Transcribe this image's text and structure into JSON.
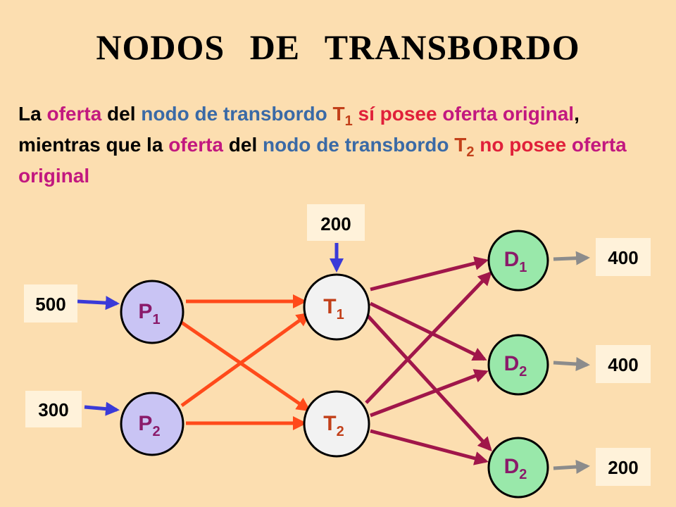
{
  "title": "NODOS DE TRANSBORDO",
  "description": {
    "s1": "La ",
    "s2": "oferta",
    "s3": " del ",
    "s4": "nodo de transbordo ",
    "s5": "T",
    "s5sub": "1",
    "s6": " sí posee ",
    "s7": "oferta original",
    "s8": ", mientras que la ",
    "s9": "oferta",
    "s10": " del ",
    "s11": "nodo de transbordo ",
    "s12": "T",
    "s12sub": "2",
    "s13": " no posee ",
    "s14": "oferta original"
  },
  "nodes": {
    "p1": {
      "label": "P",
      "sub": "1"
    },
    "p2": {
      "label": "P",
      "sub": "2"
    },
    "t1": {
      "label": "T",
      "sub": "1"
    },
    "t2": {
      "label": "T",
      "sub": "2"
    },
    "d1": {
      "label": "D",
      "sub": "1"
    },
    "d2a": {
      "label": "D",
      "sub": "2"
    },
    "d2b": {
      "label": "D",
      "sub": "2"
    }
  },
  "quantities": {
    "p1_supply": "500",
    "p2_supply": "300",
    "t1_supply": "200",
    "d1_demand": "400",
    "d2a_demand": "400",
    "d2b_demand": "200"
  },
  "colors": {
    "background": "#FCDEB0",
    "source_node": "#C9C4F4",
    "transship_node": "#F2F2F2",
    "dest_node": "#99E8AA",
    "arc_supply": "#FF4A1A",
    "arc_transship": "#A0164A",
    "arrow_in": "#3A3AD8",
    "arrow_out": "#8C8C8C",
    "label_bg": "#FFF2DA"
  }
}
